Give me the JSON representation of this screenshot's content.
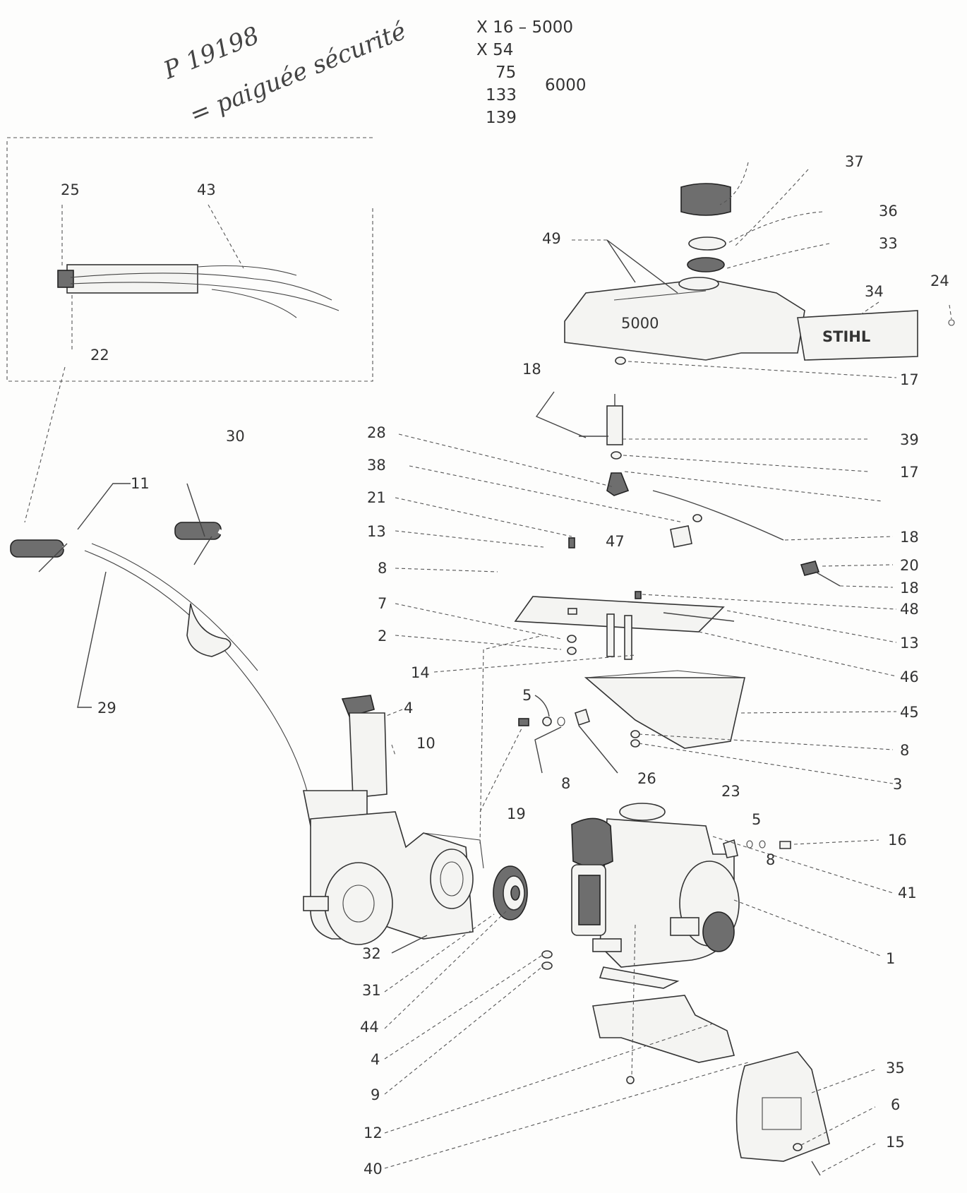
{
  "handwritten_note": {
    "line1": "P 19198",
    "line2": "= paiguée sécurité"
  },
  "model_list": {
    "rows": [
      {
        "prefix": "X",
        "number": "16",
        "dash": "–",
        "code": "5000"
      },
      {
        "prefix": "X",
        "number": "54",
        "dash": "",
        "code": ""
      },
      {
        "prefix": "",
        "number": "75",
        "dash": "",
        "code": ""
      },
      {
        "prefix": "",
        "number": "133",
        "dash": "",
        "code": "6000"
      },
      {
        "prefix": "",
        "number": "139",
        "dash": "",
        "code": ""
      }
    ]
  },
  "cover_badge": "STIHL",
  "labels": {
    "inset": [
      "25",
      "43",
      "22"
    ],
    "handle": [
      "30",
      "11",
      "29",
      "4",
      "10"
    ],
    "center_left": [
      "28",
      "38",
      "21",
      "13",
      "8",
      "7",
      "2",
      "14",
      "5",
      "8",
      "26",
      "19"
    ],
    "lower_left": [
      "32",
      "31",
      "44",
      "4",
      "9",
      "12",
      "40"
    ],
    "tank": [
      "37",
      "36",
      "33",
      "49",
      "34",
      "24",
      "17",
      "18"
    ],
    "right_column": [
      "39",
      "17",
      "18",
      "20",
      "18",
      "48",
      "13",
      "46",
      "45",
      "8",
      "3",
      "47"
    ],
    "engine": [
      "23",
      "5",
      "8",
      "16",
      "41",
      "1"
    ],
    "guard": [
      "35",
      "6",
      "15"
    ]
  }
}
